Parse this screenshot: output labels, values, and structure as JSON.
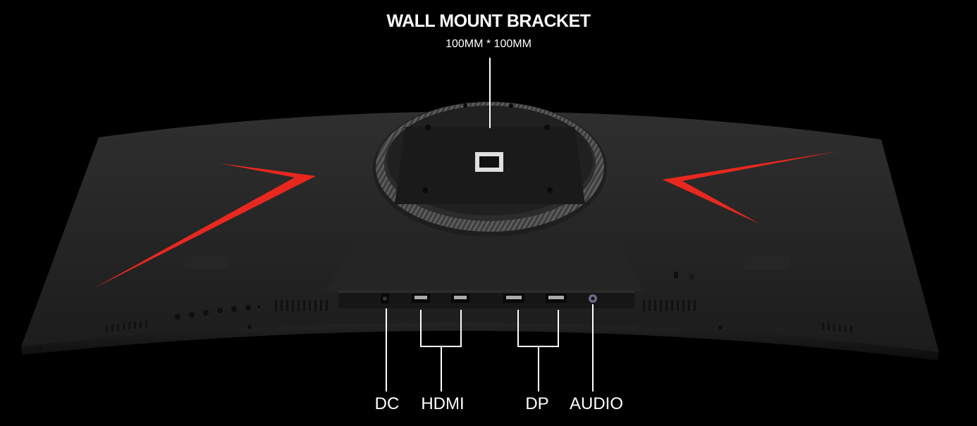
{
  "callouts": {
    "title": "WALL MOUNT BRACKET",
    "subtitle": "100MM * 100MM",
    "ports": {
      "dc": "DC",
      "hdmi": "HDMI",
      "dp": "DP",
      "audio": "AUDIO"
    }
  },
  "colors": {
    "background": "#000000",
    "body": "#2a2a2a",
    "accent": "#e8281e",
    "callout_line": "#ffffff"
  }
}
